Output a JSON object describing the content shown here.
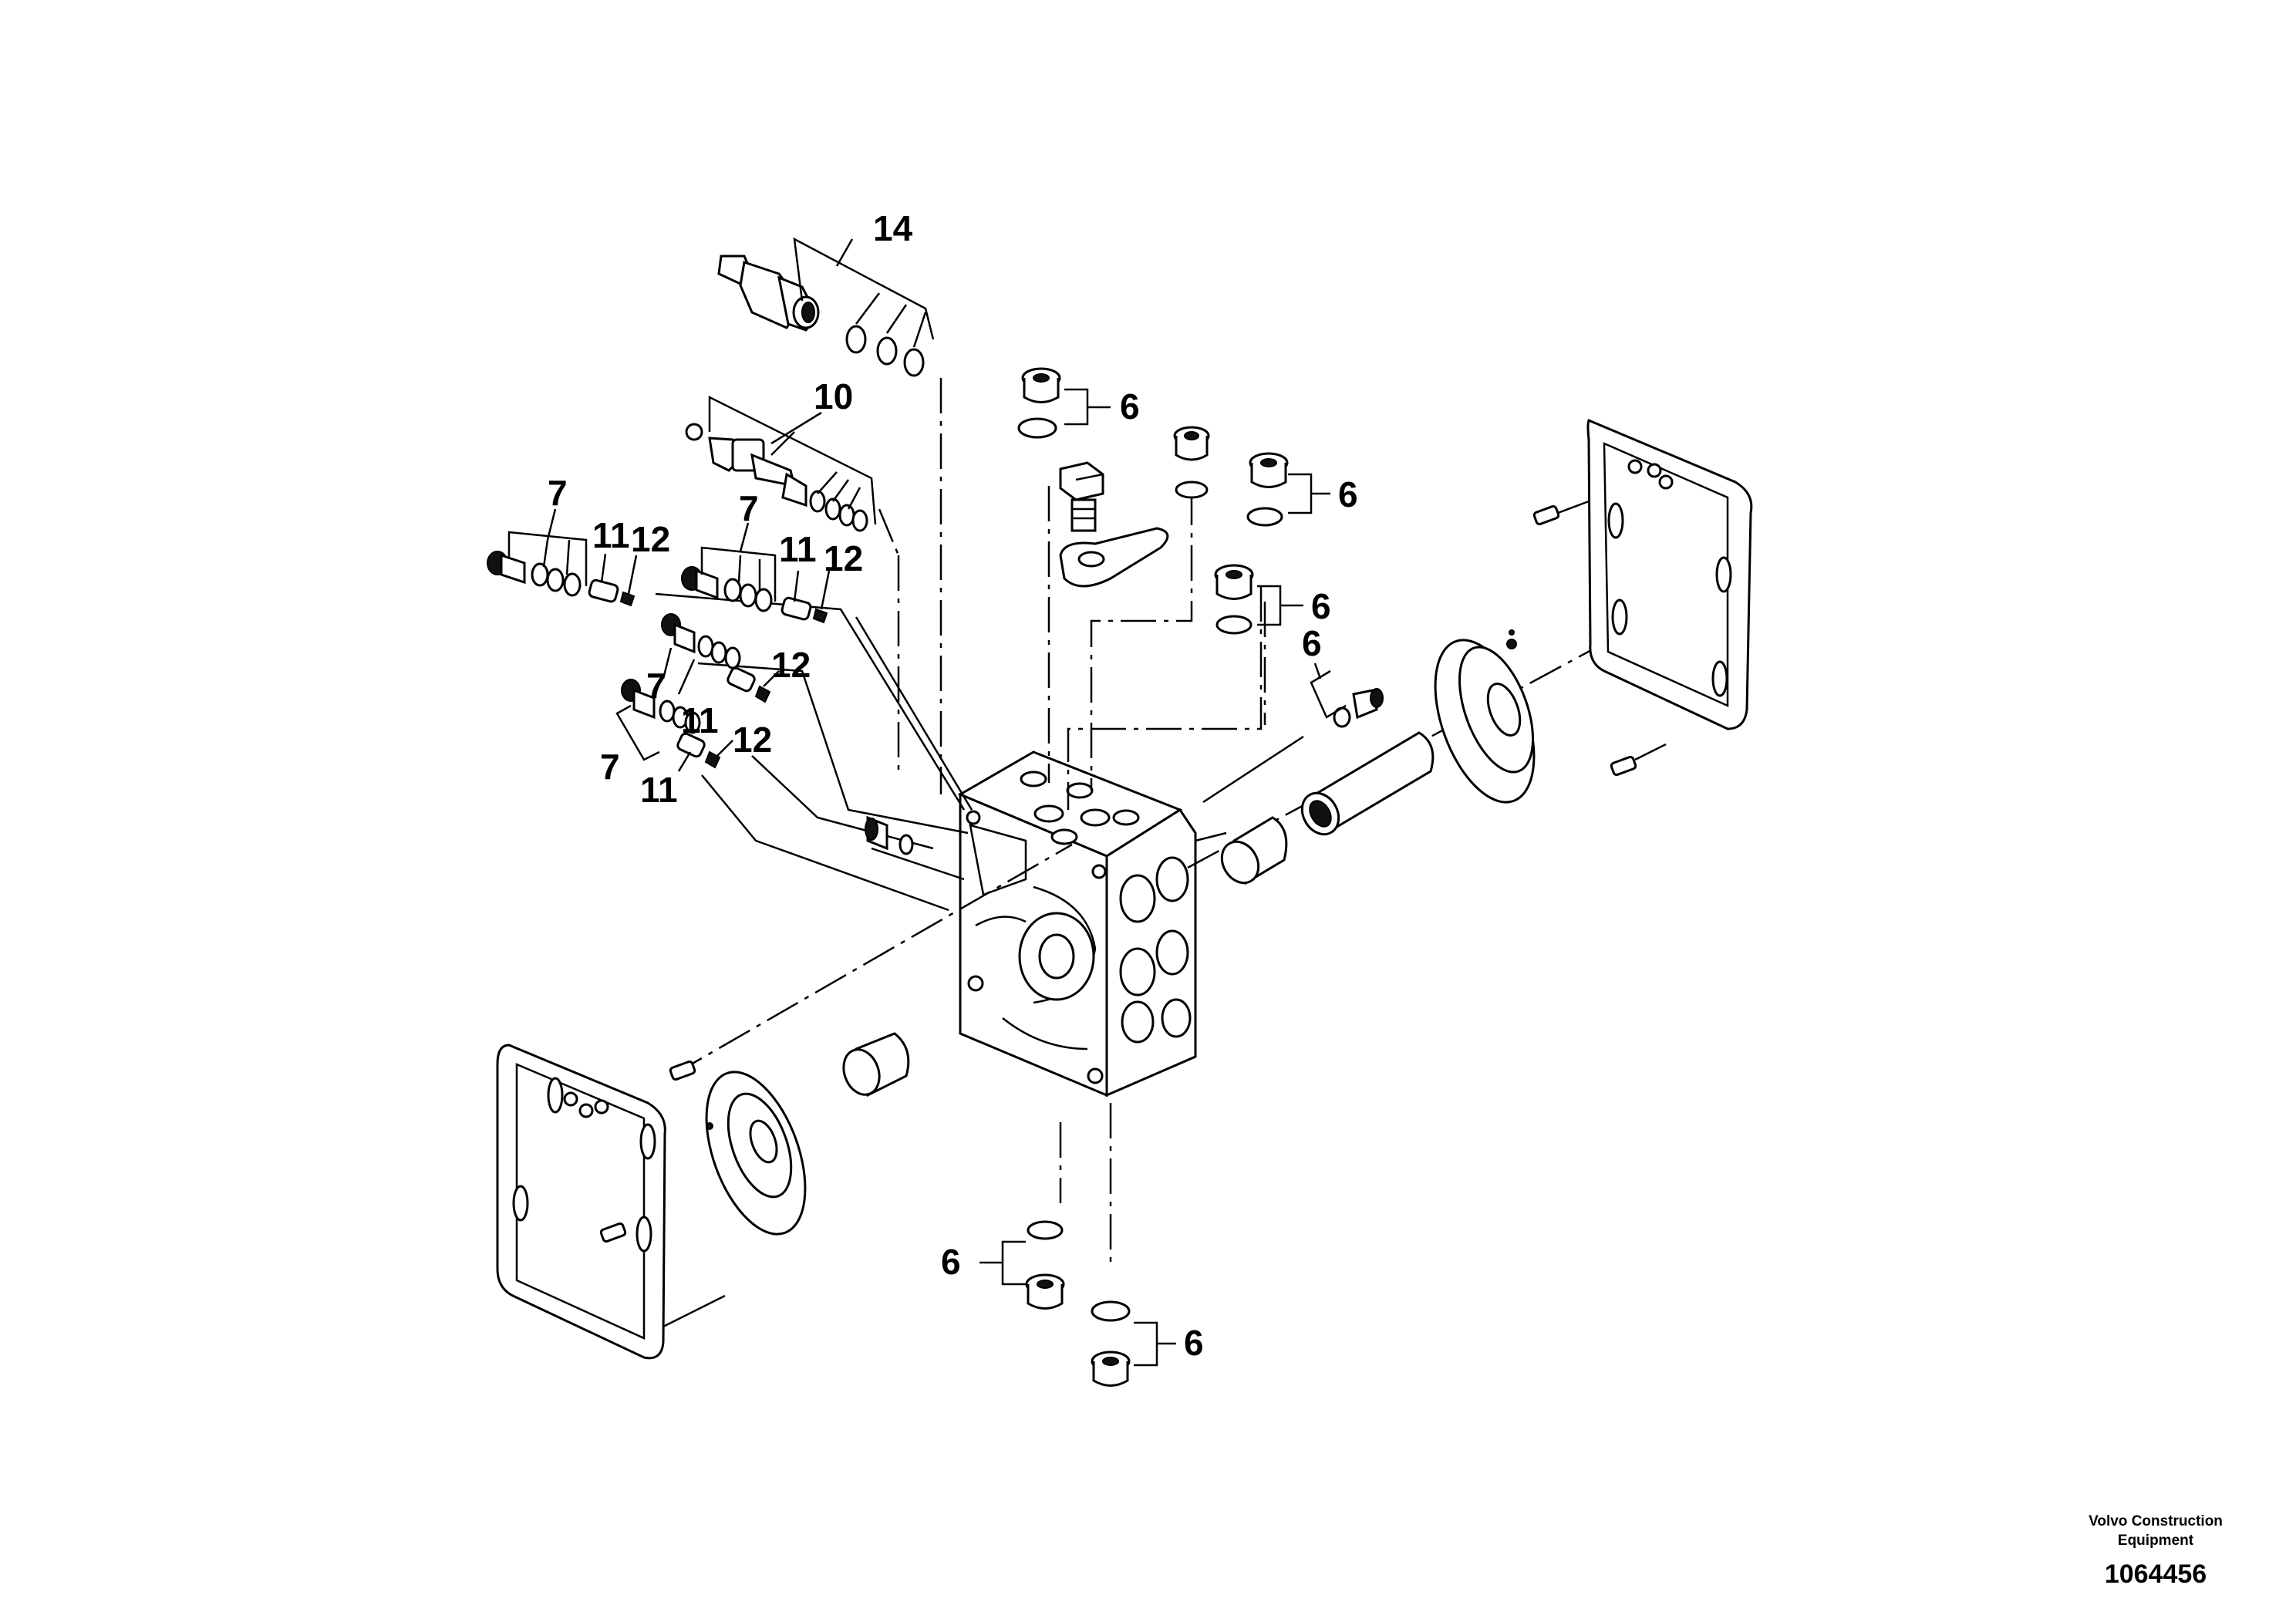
{
  "diagram": {
    "callouts": [
      {
        "id": "c14",
        "label": "14"
      },
      {
        "id": "c10",
        "label": "10"
      },
      {
        "id": "c7a",
        "label": "7"
      },
      {
        "id": "c11a",
        "label": "11"
      },
      {
        "id": "c12a",
        "label": "12"
      },
      {
        "id": "c7b",
        "label": "7"
      },
      {
        "id": "c11b",
        "label": "11"
      },
      {
        "id": "c12b",
        "label": "12"
      },
      {
        "id": "c7c",
        "label": "7"
      },
      {
        "id": "c12c",
        "label": "12"
      },
      {
        "id": "c11c",
        "label": "11"
      },
      {
        "id": "c7d",
        "label": "7"
      },
      {
        "id": "c12d",
        "label": "12"
      },
      {
        "id": "c11d",
        "label": "11"
      },
      {
        "id": "c6a",
        "label": "6"
      },
      {
        "id": "c6b",
        "label": "6"
      },
      {
        "id": "c6c",
        "label": "6"
      },
      {
        "id": "c6d",
        "label": "6"
      },
      {
        "id": "c6e",
        "label": "6"
      },
      {
        "id": "c6f",
        "label": "6"
      }
    ]
  },
  "footer": {
    "company_line1": "Volvo Construction",
    "company_line2": "Equipment",
    "drawing_number": "1064456"
  }
}
